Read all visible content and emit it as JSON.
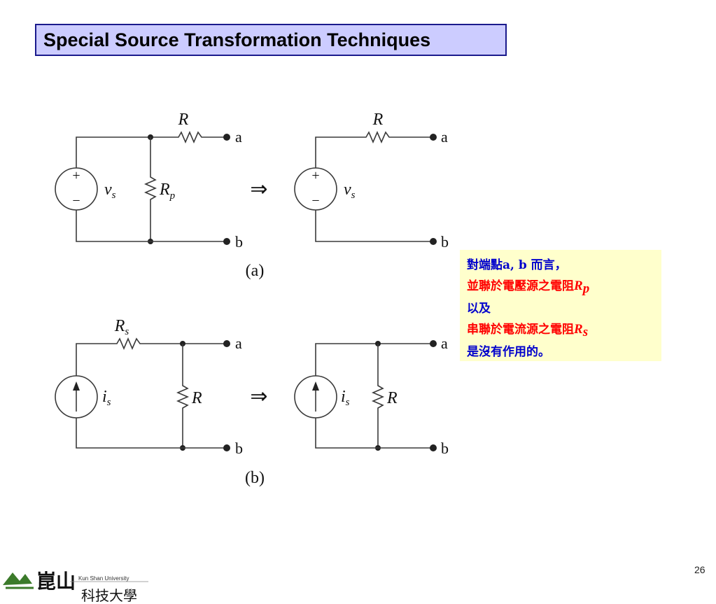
{
  "slide": {
    "title": "Special Source Transformation Techniques",
    "page_number": "26"
  },
  "figure": {
    "arrow_symbol": "⇒",
    "a": {
      "caption": "(a)",
      "left": {
        "source": "vs",
        "source_sub": "s",
        "source_base": "v",
        "series_resistor": "R",
        "parallel_resistor_base": "R",
        "parallel_resistor_sub": "p",
        "terminal_top": "a",
        "terminal_bottom": "b",
        "plus": "+",
        "minus": "−"
      },
      "right": {
        "source_base": "v",
        "source_sub": "s",
        "series_resistor": "R",
        "terminal_top": "a",
        "terminal_bottom": "b",
        "plus": "+",
        "minus": "−"
      }
    },
    "b": {
      "caption": "(b)",
      "left": {
        "source_base": "i",
        "source_sub": "s",
        "series_resistor_base": "R",
        "series_resistor_sub": "s",
        "parallel_resistor": "R",
        "terminal_top": "a",
        "terminal_bottom": "b"
      },
      "right": {
        "source_base": "i",
        "source_sub": "s",
        "parallel_resistor": "R",
        "terminal_top": "a",
        "terminal_bottom": "b"
      }
    }
  },
  "note": {
    "line1": "對端點a, b 而言，",
    "line2": "並聯於電壓源之電阻",
    "line2_sym": "R",
    "line2_sub": "p",
    "line3": "以及",
    "line4": "串聯於電流源之電阻",
    "line4_sym": "R",
    "line4_sub": "s",
    "line5": "是沒有作用的。",
    "colors": {
      "blue": "#0000cc",
      "red": "#ff0000",
      "background": "#ffffcc"
    }
  },
  "logo": {
    "text": "Kun Shan University",
    "chinese": "崑山科技大學"
  }
}
